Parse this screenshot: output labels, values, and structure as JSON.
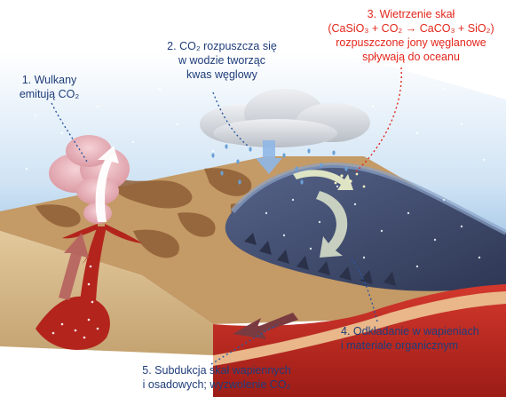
{
  "labels": {
    "l1": {
      "line1": "1. Wulkany",
      "line2": "emitują CO₂"
    },
    "l2": {
      "line1": "2. CO₂ rozpuszcza się",
      "line2": "w wodzie tworząc",
      "line3": "kwas węglowy"
    },
    "l3": {
      "line1": "3. Wietrzenie skał",
      "line2": "(CaSiO₃ + CO₂ → CaCO₃ + SiO₂)",
      "line3": "rozpuszczone jony węglanowe",
      "line4": "spływają do oceanu"
    },
    "l4": {
      "line1": "4. Odkładanie w wapieniach",
      "line2": "i materiale organicznym"
    },
    "l5": {
      "line1": "5. Subdukcja skał wapiennych",
      "line2": "i osadowych; wyzwolenie CO₂"
    }
  },
  "colors": {
    "sky": "#cfe3f4",
    "land": "#c49a66",
    "ocean": "#3f4a6b",
    "mantle": "#c62a22",
    "label_blue": "#1f3d7a",
    "label_red": "#e3261c"
  }
}
